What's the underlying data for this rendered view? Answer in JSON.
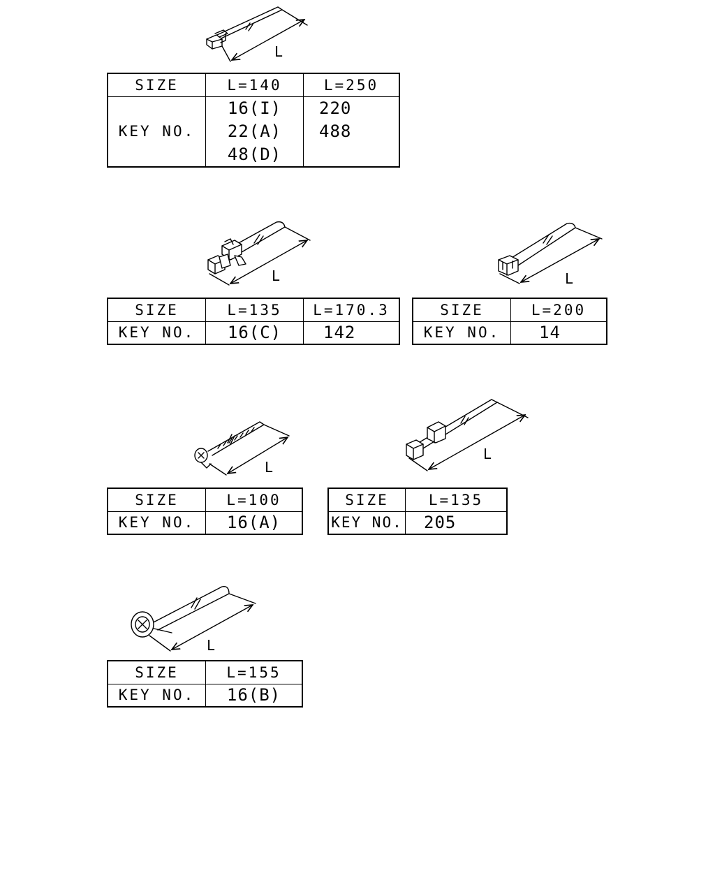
{
  "dimension_letter": "L",
  "labels": {
    "size": "SIZE",
    "key": "KEY NO."
  },
  "groups": [
    {
      "id": "g1",
      "sizes": [
        "L=140",
        "L=250"
      ],
      "keys": [
        [
          "16(I)",
          "22(A)",
          "48(D)"
        ],
        [
          "220",
          "488"
        ]
      ]
    },
    {
      "id": "g2",
      "sizes": [
        "L=135",
        "L=170.3"
      ],
      "keys": [
        [
          "16(C)"
        ],
        [
          "142"
        ]
      ]
    },
    {
      "id": "g3",
      "sizes": [
        "L=200"
      ],
      "keys": [
        [
          "14"
        ]
      ]
    },
    {
      "id": "g4",
      "sizes": [
        "L=100"
      ],
      "keys": [
        [
          "16(A)"
        ]
      ]
    },
    {
      "id": "g5",
      "sizes": [
        "L=135"
      ],
      "keys": [
        [
          "205"
        ]
      ]
    },
    {
      "id": "g6",
      "sizes": [
        "L=155"
      ],
      "keys": [
        [
          "16(B)"
        ]
      ]
    }
  ]
}
